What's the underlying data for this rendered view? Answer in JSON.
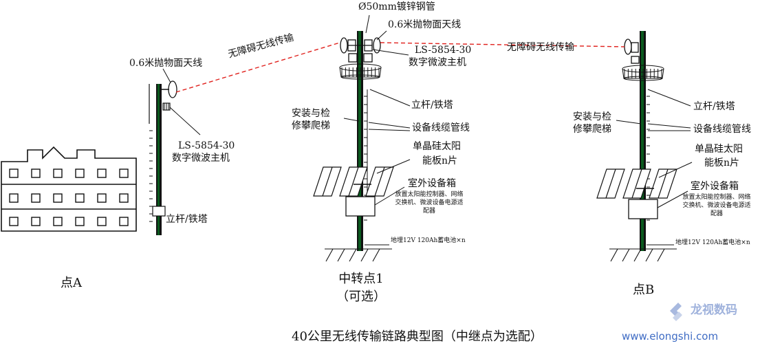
{
  "caption": "40公里无线传输链路典型图（中继点为选配）",
  "watermark": {
    "brand": "龙视数码",
    "url": "www.elongshi.com"
  },
  "links": [
    {
      "label": "无障碍无线传输"
    },
    {
      "label": "无障碍无线传输"
    }
  ],
  "colors": {
    "link_line": "#e0201c",
    "pole": "#0a5a1e",
    "line": "#111111",
    "watermark": "#3f6cc4"
  },
  "point_a": {
    "name": "点A",
    "antenna": "0.6米抛物面天线",
    "radio_model": "LS-5854-30",
    "radio_desc": "数字微波主机",
    "pole": "立杆/铁塔"
  },
  "relay": {
    "name": "中转点1",
    "optional": "（可选）",
    "pipe": "Ø50mm镀锌钢管",
    "antenna": "0.6米抛物面天线",
    "radio_model": "LS-5854-30",
    "radio_desc": "数字微波主机",
    "pole": "立杆/铁塔",
    "ladder": [
      "安装与检",
      "修攀爬梯"
    ],
    "cable": "设备线缆管线",
    "solar": [
      "单晶硅太阳",
      "能板n片"
    ],
    "cabinet": "室外设备箱",
    "cabinet_note": [
      "放置太阳能控制器、网络",
      "交换机、微波设备电源适",
      "配器"
    ],
    "battery": "地埋12V 120Ah蓄电池×n"
  },
  "point_b": {
    "name": "点B",
    "pole": "立杆/铁塔",
    "ladder": [
      "安装与检",
      "修攀爬梯"
    ],
    "cable": "设备线缆管线",
    "solar": [
      "单晶硅太阳",
      "能板n片"
    ],
    "cabinet": "室外设备箱",
    "cabinet_note": [
      "放置太阳能控制器、网络",
      "交换机、微波设备电源适",
      "配器"
    ],
    "battery": "地埋12V 120Ah蓄电池×n"
  }
}
